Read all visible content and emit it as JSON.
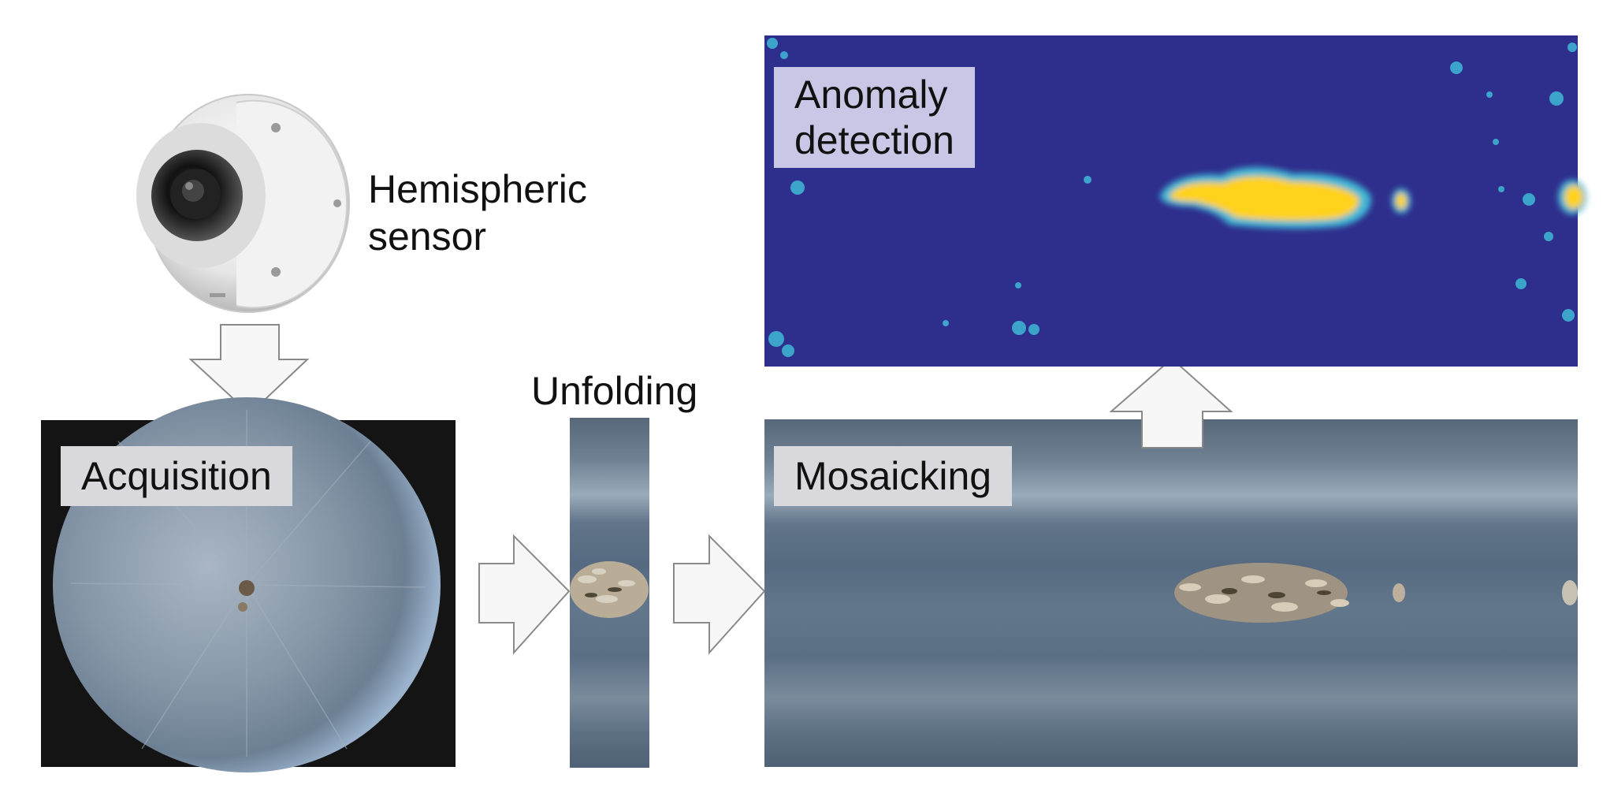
{
  "diagram": {
    "sensor_label": "Hemispheric\nsensor",
    "sensor_label_line1": "Hemispheric",
    "sensor_label_line2": "sensor",
    "acquisition_label": "Acquisition",
    "unfolding_label": "Unfolding",
    "mosaicking_label": "Mosaicking",
    "anomaly_label_line1": "Anomaly",
    "anomaly_label_line2": "detection"
  },
  "colors": {
    "heatmap_background": "#2e2e8c",
    "anomaly_hot": "#ffd21e",
    "anomaly_warm": "#3fb8d6",
    "pipe_steel": "#5f7384",
    "arrow_fill": "#f7f7f7",
    "arrow_stroke": "#8a8a8a"
  }
}
